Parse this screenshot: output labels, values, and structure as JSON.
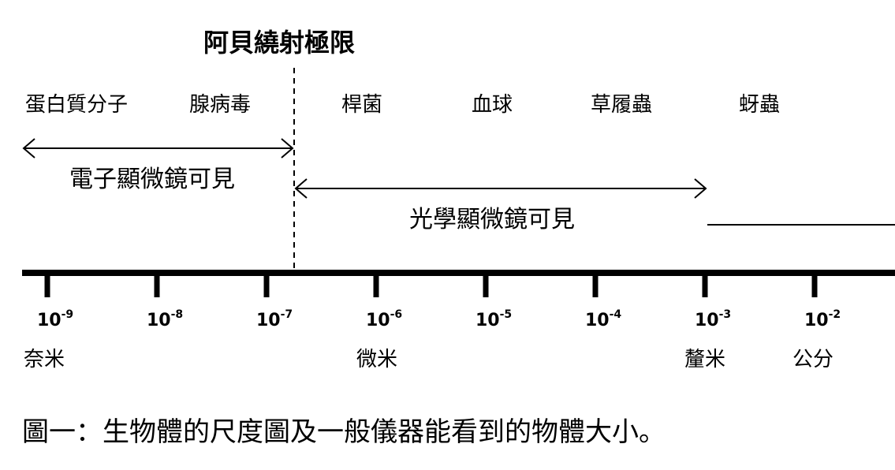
{
  "title": "阿貝繞射極限",
  "organisms": [
    "蛋白質分子",
    "腺病毒",
    "桿菌",
    "血球",
    "草履蟲",
    "蚜蟲"
  ],
  "ranges": {
    "electron": "電子顯微鏡可見",
    "optical": "光學顯微鏡可見"
  },
  "ticks": [
    {
      "base": "10",
      "exp": "-9"
    },
    {
      "base": "10",
      "exp": "-8"
    },
    {
      "base": "10",
      "exp": "-7"
    },
    {
      "base": "10",
      "exp": "-6"
    },
    {
      "base": "10",
      "exp": "-5"
    },
    {
      "base": "10",
      "exp": "-4"
    },
    {
      "base": "10",
      "exp": "-3"
    },
    {
      "base": "10",
      "exp": "-2"
    }
  ],
  "units": {
    "nano": "奈米",
    "micro": "微米",
    "milli": "釐米",
    "centi": "公分"
  },
  "caption": "圖一：生物體的尺度圖及一般儀器能看到的物體大小。"
}
